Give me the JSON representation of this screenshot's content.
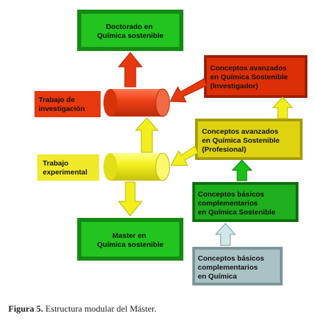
{
  "diagram": {
    "boxes": {
      "doctorado": {
        "lines": [
          "Doctorado en",
          "Química sostenible"
        ],
        "color": "#22c51f"
      },
      "master": {
        "lines": [
          "Master en",
          "Química sostenible"
        ],
        "color": "#22c51f"
      },
      "avanzados_investigador": {
        "lines": [
          "Conceptos avanzados",
          "en Química Sostenible",
          "(Investigador)"
        ],
        "color": "#dd2f06"
      },
      "avanzados_profesional": {
        "lines": [
          "Conceptos avanzados",
          "en Química Sostenible",
          "(Profesional)"
        ],
        "color": "#ddd311"
      },
      "basicos_sostenible": {
        "lines": [
          "Conceptos básicos",
          "complementarios",
          "en Química Sostenible"
        ],
        "color": "#1fae1d"
      },
      "basicos_quimica": {
        "lines": [
          "Conceptos básicos",
          "complementarios",
          "en Química"
        ],
        "color": "#a9c2c4"
      },
      "trabajo_investigacion": {
        "lines": [
          "Trabajo de",
          "investigación"
        ],
        "color": "#e8380e"
      },
      "trabajo_experimental": {
        "lines": [
          "Trabajo",
          "experimental"
        ],
        "color": "#f1ea2a"
      }
    },
    "cylinders": {
      "red": {
        "color": "#ec3c12"
      },
      "yellow": {
        "color": "#f5f41e"
      }
    },
    "arrow_colors": {
      "red": "#e8380e",
      "yellow": "#f2ef1c",
      "green": "#18c018",
      "light_blue": "#cfe8ea"
    }
  },
  "caption": {
    "label": "Figura 5.",
    "text": " Estructura modular del Máster."
  }
}
